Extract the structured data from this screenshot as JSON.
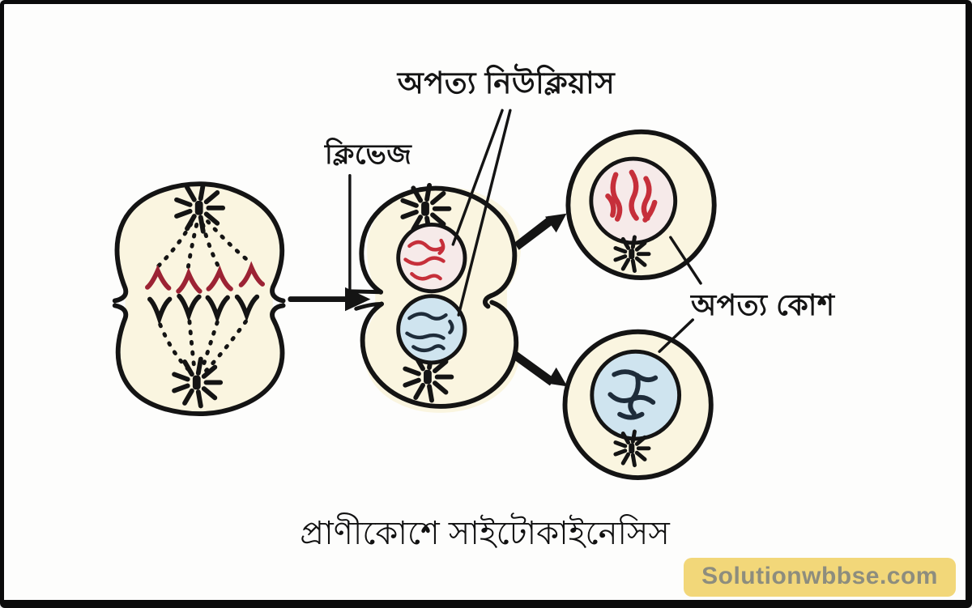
{
  "figure": {
    "labels": {
      "daughter_nucleus": "অপত্য নিউক্লিয়াস",
      "cleavage": "ক্লিভেজ",
      "daughter_cell": "অপত্য কোশ"
    },
    "caption": "প্রাণীকোশে সাইটোকাইনেসিস"
  },
  "watermark": {
    "text": "Solutionwbbse.com",
    "bg_color": "#f2d779",
    "text_color": "#8d8d7e"
  },
  "colors": {
    "outline": "#141414",
    "cell_fill": "#faf5e0",
    "nucleus_pink_fill": "#f6eae9",
    "nucleus_blue_fill": "#cfe4ef",
    "chromatin_red": "#c62f3a",
    "chromatin_dark": "#1e2c3a",
    "chromosome_red": "#9c2334",
    "chromosome_black": "#141414",
    "arrow_black": "#141414"
  }
}
